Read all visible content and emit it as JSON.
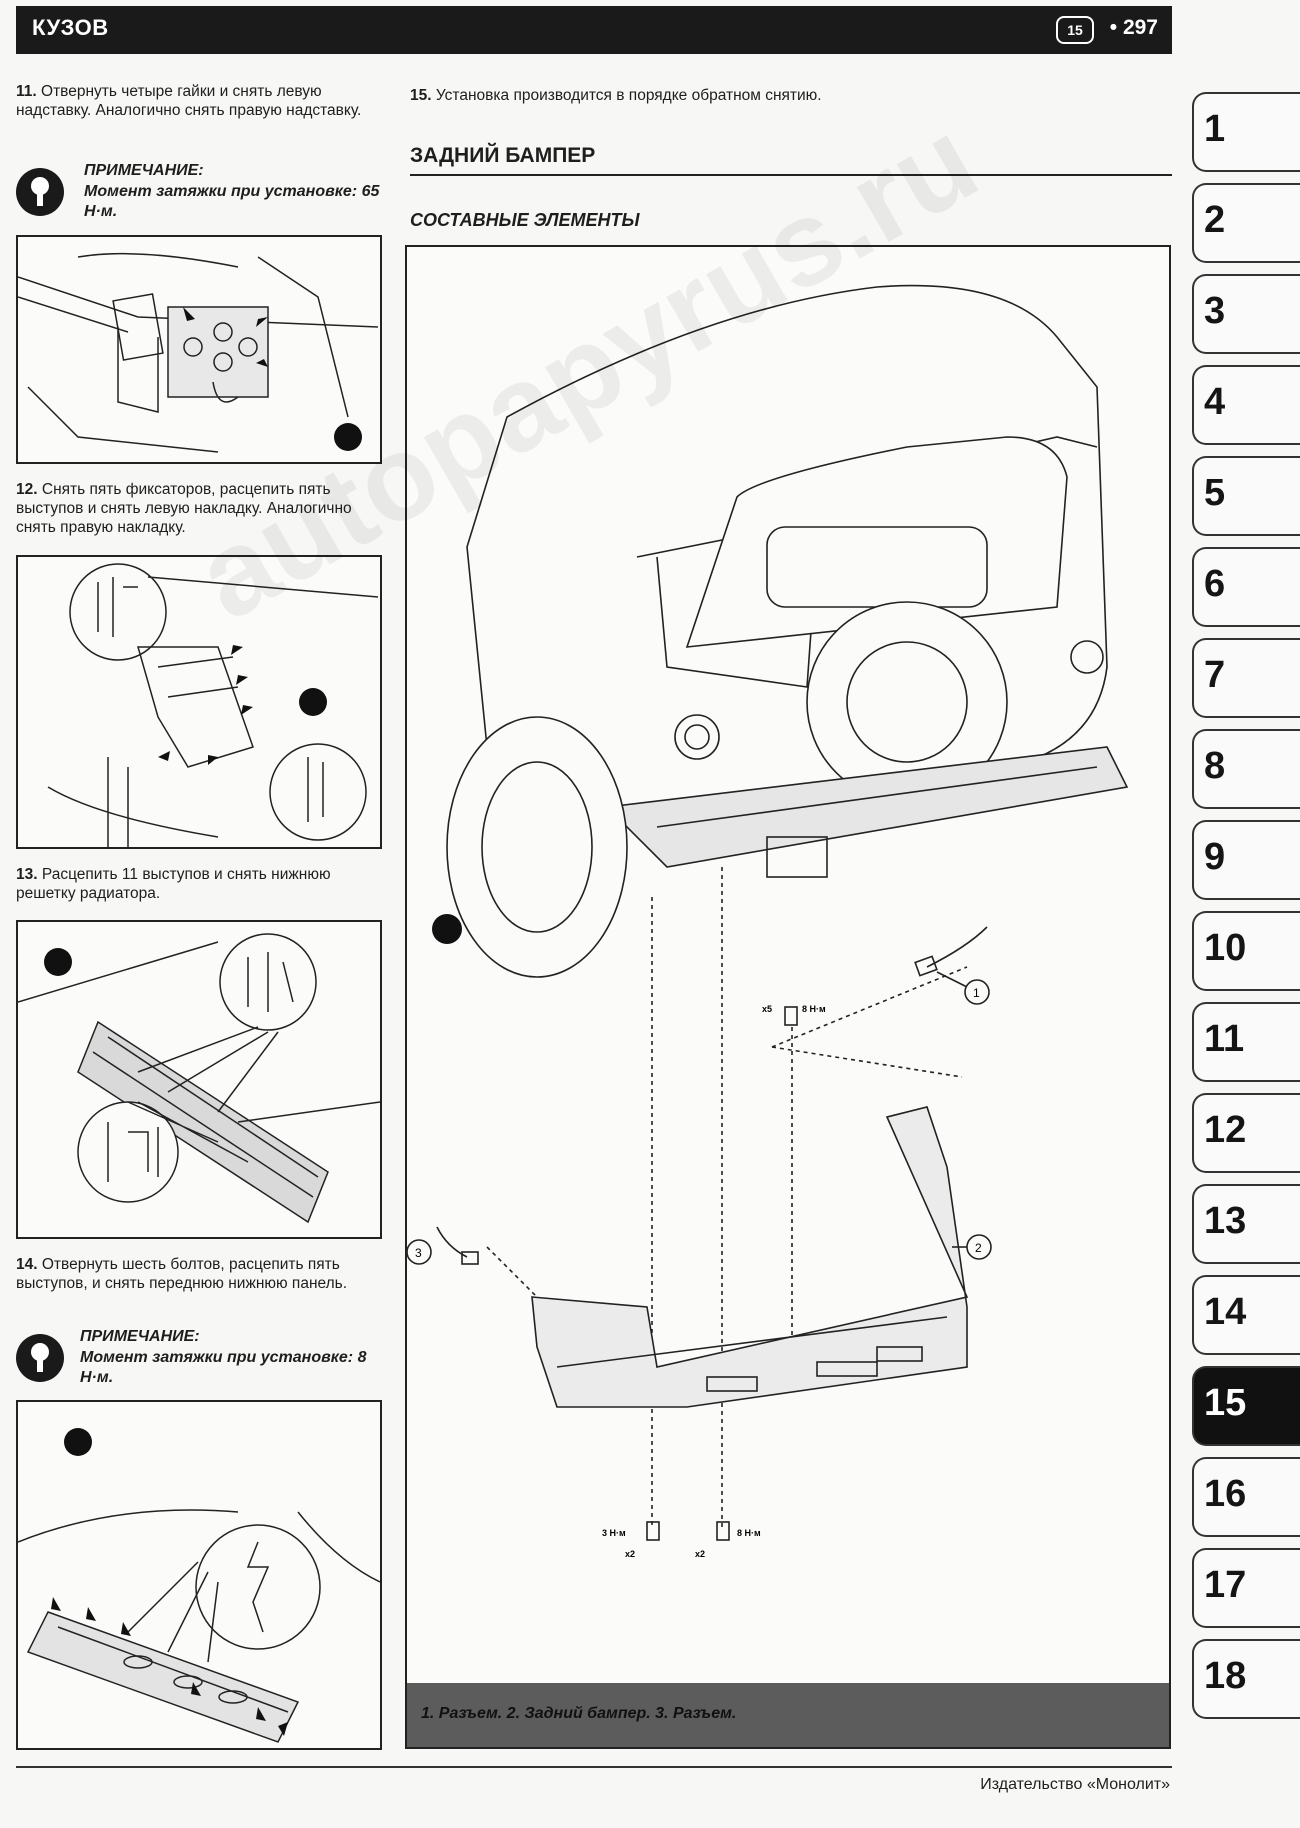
{
  "header": {
    "section": "КУЗОВ",
    "page": "• 297",
    "logo": "15"
  },
  "left": {
    "step11": {
      "num": "11.",
      "text": "Отвернуть четыре гайки и снять левую надставку. Аналогично снять правую надставку."
    },
    "note1": {
      "title": "ПРИМЕЧАНИЕ:",
      "text": "Момент затяжки при установке: 65 Н·м."
    },
    "step12": {
      "num": "12.",
      "text": "Снять пять фиксаторов, расцепить пять выступов и снять левую накладку. Аналогично снять правую накладку."
    },
    "step13": {
      "num": "13.",
      "text": "Расцепить 11 выступов и снять нижнюю решетку радиатора."
    },
    "step14": {
      "num": "14.",
      "text": "Отвернуть шесть болтов, расцепить пять выступов, и снять переднюю нижнюю панель."
    },
    "note2": {
      "title": "ПРИМЕЧАНИЕ:",
      "text": "Момент затяжки при установке: 8 Н·м."
    }
  },
  "right": {
    "step15": {
      "num": "15.",
      "text": "Установка производится в порядке обратном снятию."
    },
    "heading": "ЗАДНИЙ БАМПЕР",
    "subheading": "СОСТАВНЫЕ ЭЛЕМЕНТЫ",
    "diagram_labels": {
      "bolt_top_count": "x5",
      "bolt_top_torque": "8 Н·м",
      "bolt_left_torque": "3 Н·м",
      "bolt_left_count": "x2",
      "bolt_right_torque": "8 Н·м",
      "bolt_right_count": "x2",
      "callout1": "1",
      "callout2": "2",
      "callout3": "3"
    },
    "caption": "1. Разъем. 2. Задний бампер. 3. Разъем."
  },
  "tabs": [
    "1",
    "2",
    "3",
    "4",
    "5",
    "6",
    "7",
    "8",
    "9",
    "10",
    "11",
    "12",
    "13",
    "14",
    "15",
    "16",
    "17",
    "18"
  ],
  "active_tab": "15",
  "footer": "Издательство «Монолит»",
  "watermark": "autopapyrus.ru"
}
